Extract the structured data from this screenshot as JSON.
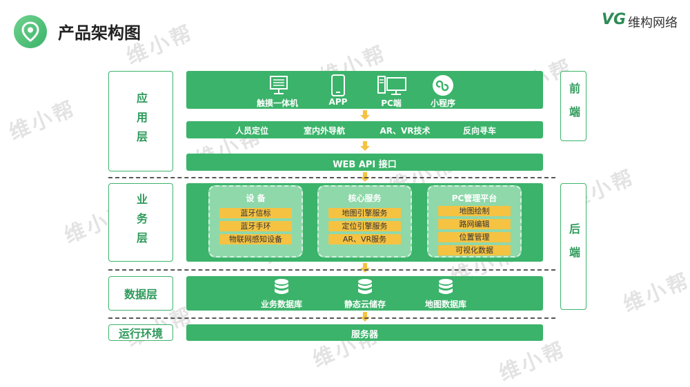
{
  "header": {
    "title": "产品架构图",
    "brand_mark": "VG",
    "brand_name": "维构网络"
  },
  "watermark": "维小帮",
  "side_left": {
    "app": "应用层",
    "biz": "业务层",
    "data": "数据层",
    "runtime": "运行环境"
  },
  "side_right": {
    "front": "前端",
    "back": "后端"
  },
  "clients": [
    {
      "label": "触摸一体机",
      "icon": "touch-kiosk-icon"
    },
    {
      "label": "APP",
      "icon": "phone-icon"
    },
    {
      "label": "PC端",
      "icon": "pc-icon"
    },
    {
      "label": "小程序",
      "icon": "mini-program-icon"
    }
  ],
  "features": [
    "人员定位",
    "室内外导航",
    "AR、VR技术",
    "反向寻车"
  ],
  "api": "WEB API 接口",
  "cards": [
    {
      "title": "设 备",
      "items": [
        "蓝牙信标",
        "蓝牙手环",
        "物联网感知设备"
      ]
    },
    {
      "title": "核心服务",
      "items": [
        "地图引擎服务",
        "定位引擎服务",
        "AR、VR服务"
      ]
    },
    {
      "title": "PC管理平台",
      "items": [
        "地图绘制",
        "路网编辑",
        "位置管理",
        "可视化数据"
      ]
    }
  ],
  "databases": [
    {
      "label": "业务数据库",
      "icon": "database-icon"
    },
    {
      "label": "静态云储存",
      "icon": "database-icon"
    },
    {
      "label": "地图数据库",
      "icon": "database-icon"
    }
  ],
  "server": "服务器",
  "colors": {
    "green": "#3bb36a",
    "light_green": "#8fd8aa",
    "yellow": "#f5c242"
  }
}
